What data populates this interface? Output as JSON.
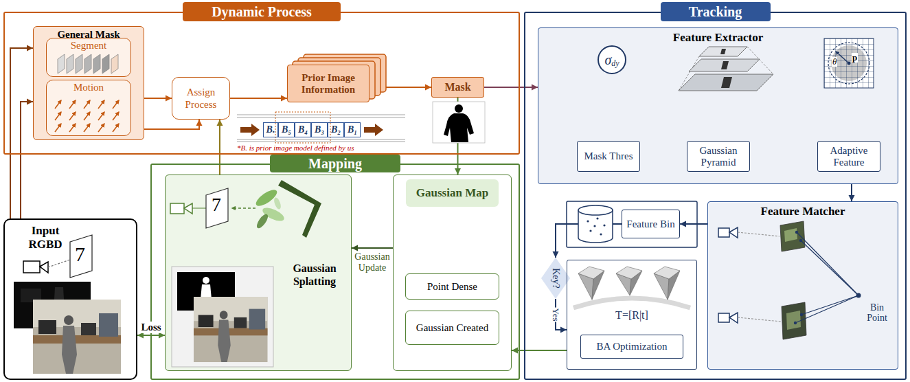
{
  "diagram": {
    "nodes": [
      {
        "text": [
          "Dynamic Process"
        ]
      },
      {
        "text": [
          "General Mask"
        ],
        "in": 0
      },
      {
        "text": [
          "Segment"
        ],
        "in": 1
      },
      {
        "text": [
          "Motion"
        ],
        "in": 1
      },
      {
        "text": [
          "Assign Process"
        ],
        "in": 0
      },
      {
        "text": [
          "Prior Image Information"
        ],
        "in": 0
      },
      {
        "text": [
          "B."
        ],
        "in": 0
      },
      {
        "text": [
          "B₅"
        ],
        "in": 0
      },
      {
        "text": [
          "B₄"
        ],
        "in": 0
      },
      {
        "text": [
          "B₃"
        ],
        "in": 0
      },
      {
        "text": [
          "B₂"
        ],
        "in": 0
      },
      {
        "text": [
          "B₁"
        ],
        "in": 0
      },
      {
        "text": [
          "Mask"
        ],
        "in": 0
      },
      {
        "text": [
          "Tracking"
        ]
      },
      {
        "text": [
          "Feature Extractor"
        ],
        "in": 13
      },
      {
        "text": [
          "σ",
          "dy"
        ],
        "in": 14
      },
      {
        "text": [
          "Mask Thres"
        ],
        "in": 14
      },
      {
        "text": [
          "Gaussian Pyramid"
        ],
        "in": 14
      },
      {
        "text": [
          "Adaptive Feature"
        ],
        "in": 14
      },
      {
        "text": [
          "Feature Matcher"
        ],
        "in": 13
      },
      {
        "text": [
          "Feature Bin"
        ],
        "in": 13
      },
      {
        "text": [
          "Key?"
        ],
        "in": 13
      },
      {
        "text": [
          "T=[R|t]"
        ],
        "in": 13
      },
      {
        "text": [
          "BA Optimization"
        ],
        "in": 22
      },
      {
        "text": [
          "Mapping"
        ]
      },
      {
        "text": [
          "Gaussian Splatting"
        ],
        "in": 24
      },
      {
        "text": [
          "Gaussian Map"
        ],
        "in": 24
      },
      {
        "text": [
          "Point Dense"
        ],
        "in": 26
      },
      {
        "text": [
          "Gaussian Created"
        ],
        "in": 26
      },
      {
        "text": [
          "Input RGBD"
        ]
      }
    ],
    "edges": [
      {
        "from": 29,
        "to": 1,
        "arrow": "to"
      },
      {
        "from": 29,
        "to": 1,
        "arrow": "to"
      },
      {
        "from": 1,
        "to": 4,
        "arrow": "to"
      },
      {
        "from": 1,
        "to": 4,
        "arrow": "to"
      },
      {
        "from": 25,
        "to": 4,
        "arrow": "to"
      },
      {
        "from": 4,
        "to": 5,
        "arrow": "to"
      },
      {
        "from": 5,
        "to": 12,
        "arrow": "to"
      },
      {
        "from": 12,
        "to": 14,
        "arrow": "to"
      },
      {
        "from": 12,
        "to": 26,
        "arrow": "to"
      },
      {
        "from": 14,
        "to": 19,
        "arrow": "to"
      },
      {
        "from": 19,
        "to": 20,
        "arrow": "to"
      },
      {
        "from": 20,
        "to": 21,
        "arrow": "to"
      },
      {
        "from": 21,
        "to": 22,
        "label": "Yes",
        "arrow": "to"
      },
      {
        "from": 22,
        "to": 26,
        "arrow": "to"
      },
      {
        "from": 26,
        "to": 25,
        "label": "Gaussian Update",
        "arrow": "to"
      },
      {
        "from": 29,
        "to": 25,
        "label": "Loss",
        "arrow": "both"
      }
    ],
    "labels": [
      "*B. is prior image model defined by us",
      "θ",
      "p",
      "Bin Point",
      "7",
      "7"
    ]
  }
}
